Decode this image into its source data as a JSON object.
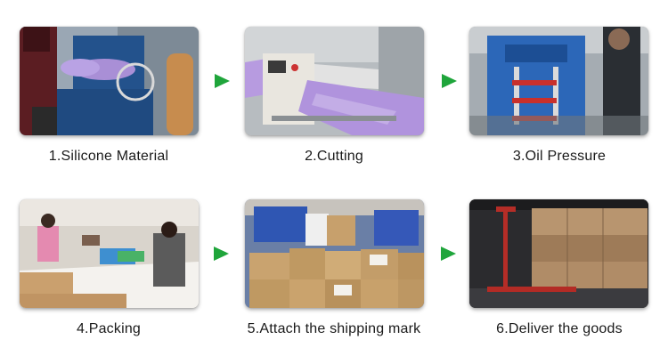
{
  "steps": [
    {
      "label": "1.Silicone Material",
      "icon": "silicone-mixing-machine-photo"
    },
    {
      "label": "2.Cutting",
      "icon": "cutting-machine-photo"
    },
    {
      "label": "3.Oil Pressure",
      "icon": "hydraulic-press-photo"
    },
    {
      "label": "4.Packing",
      "icon": "packing-workers-photo"
    },
    {
      "label": "5.Attach the shipping mark",
      "icon": "shipping-boxes-photo"
    },
    {
      "label": "6.Deliver the goods",
      "icon": "pallet-jack-warehouse-photo"
    }
  ],
  "colors": {
    "arrow": "#1fa53b",
    "caption": "#1a1a1a"
  }
}
